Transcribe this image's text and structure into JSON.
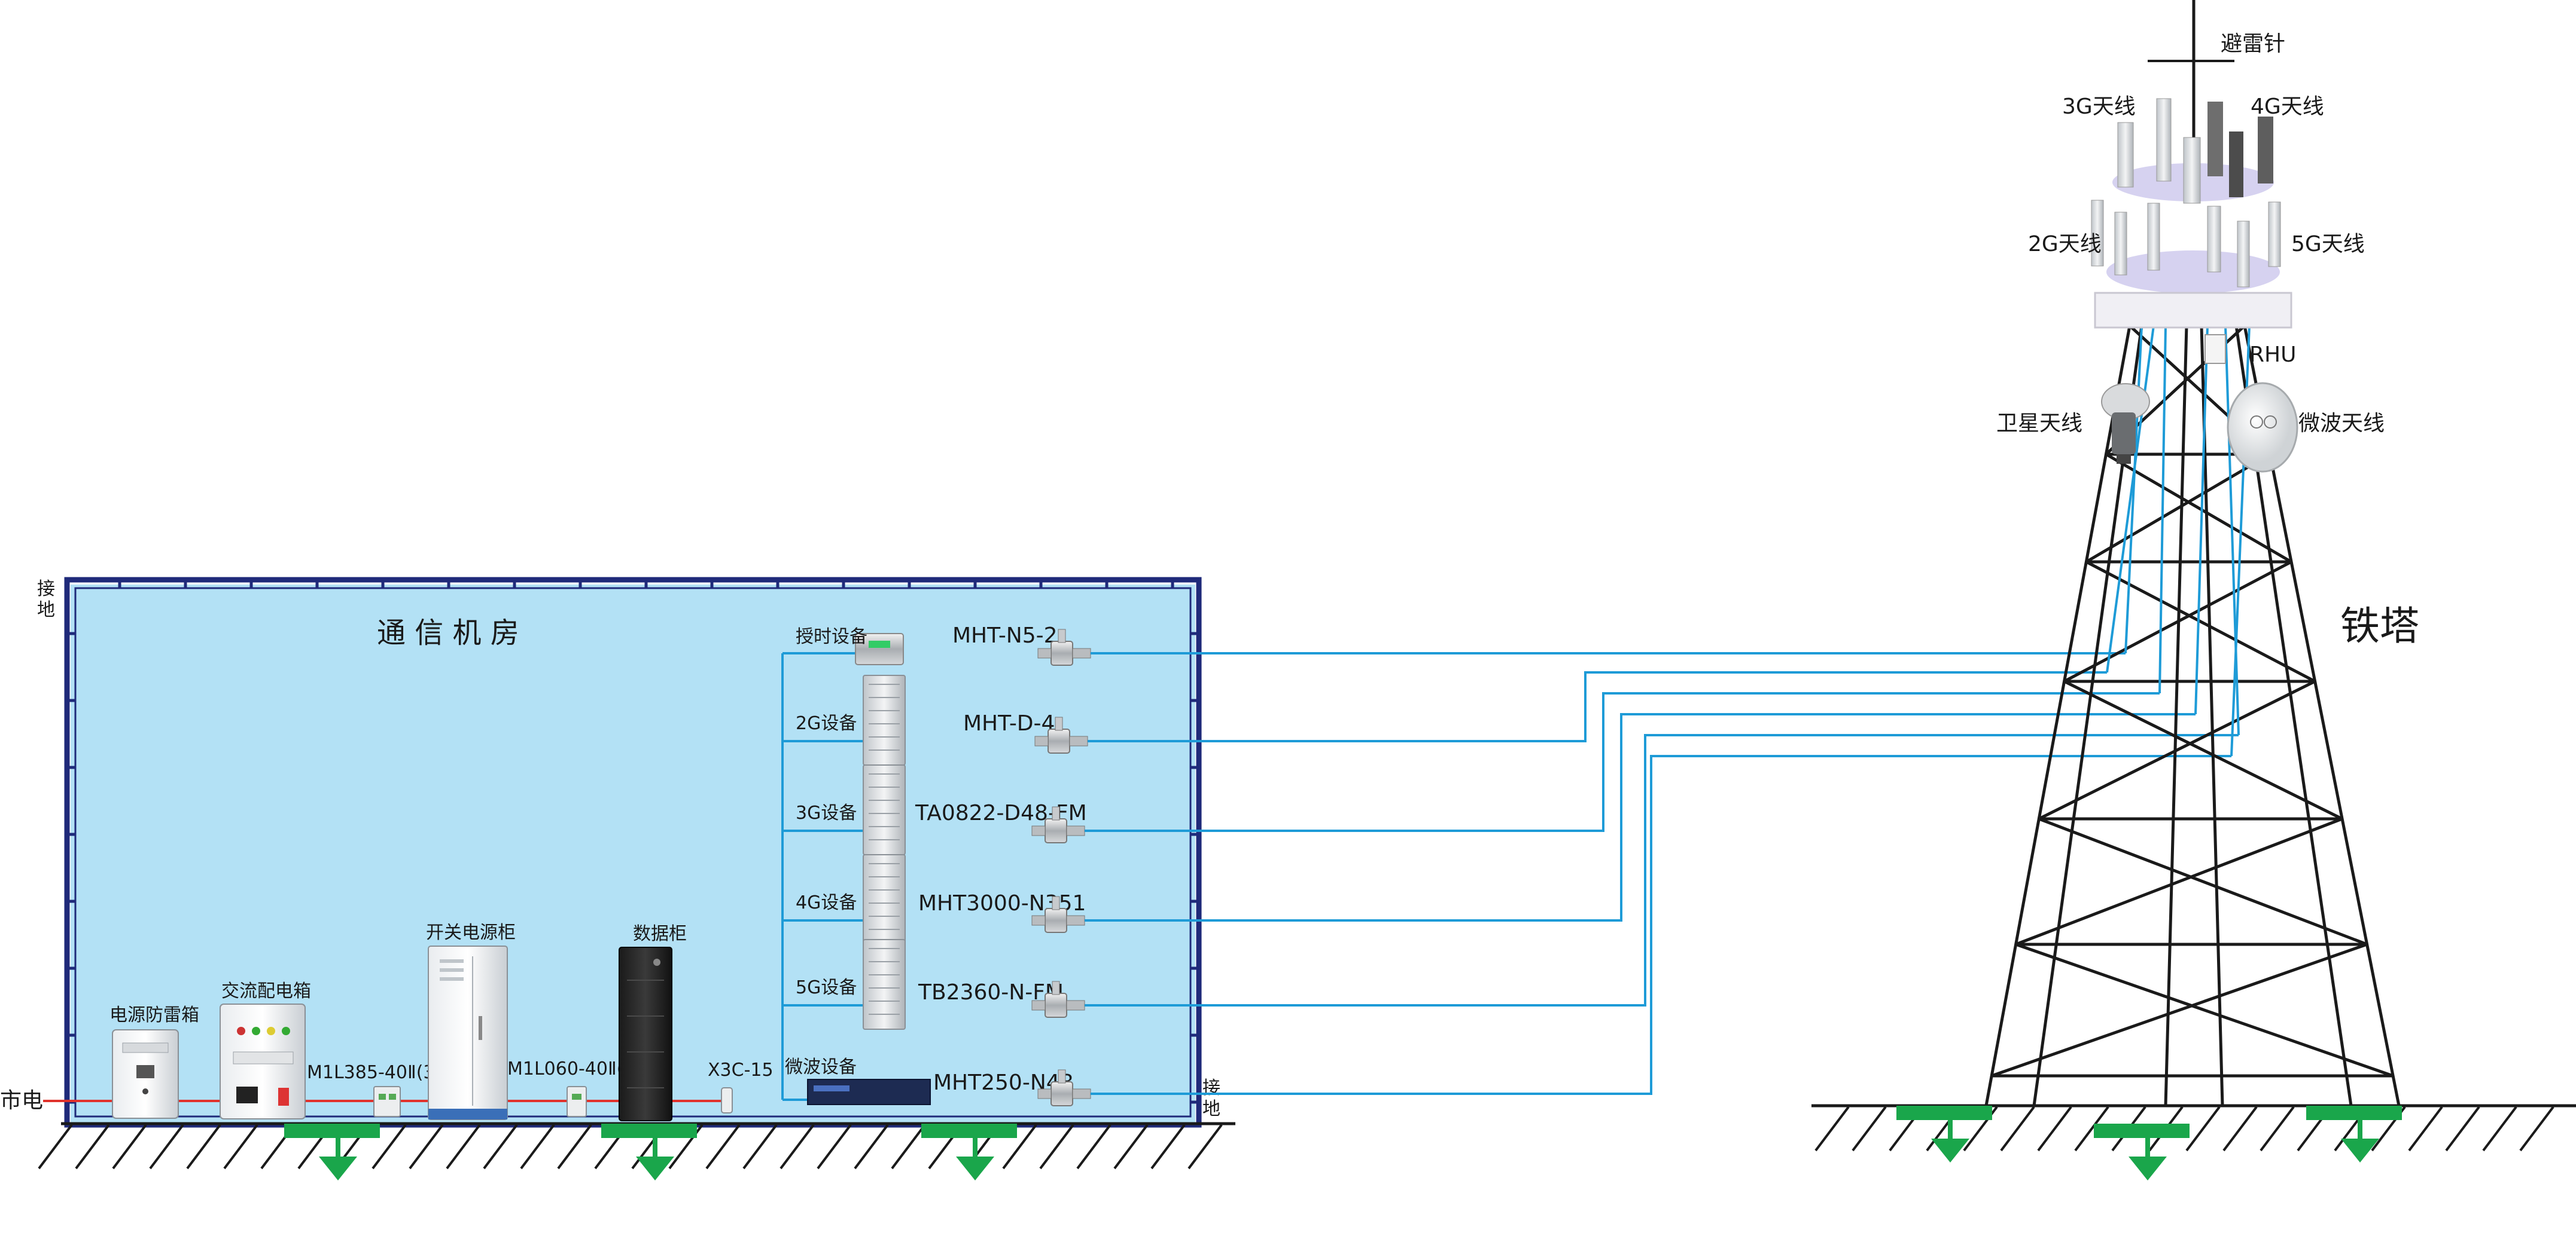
{
  "room": {
    "title": "通 信 机 房",
    "ground_label_top": [
      "接",
      "地"
    ],
    "ground_label_right": [
      "接",
      "地"
    ],
    "mains_label": "市电"
  },
  "power_chain": {
    "lightning_box": "电源防雷箱",
    "ac_box": "交流配电箱",
    "spd1": "M1L385-40Ⅱ(3P+N)",
    "switch_cabinet": "开关电源柜",
    "spd2": "M1L060-40Ⅱ(2P)",
    "data_cabinet": "数据柜",
    "spd3": "X3C-15"
  },
  "equipment": [
    {
      "name": "授时设备",
      "protector": "MHT-N5-2"
    },
    {
      "name": "2G设备",
      "protector": "MHT-D-4"
    },
    {
      "name": "3G设备",
      "protector": "TA0822-D48-FM"
    },
    {
      "name": "4G设备",
      "protector": "MHT3000-N351"
    },
    {
      "name": "5G设备",
      "protector": "TB2360-N-FM"
    },
    {
      "name": "微波设备",
      "protector": "MHT250-N48"
    }
  ],
  "tower": {
    "title": "铁塔",
    "lightning_rod": "避雷针",
    "antenna_3g": "3G天线",
    "antenna_4g": "4G天线",
    "antenna_2g": "2G天线",
    "antenna_5g": "5G天线",
    "rhu": "RHU",
    "satellite": "卫星天线",
    "microwave": "微波天线"
  },
  "colors": {
    "room_fill": "#b3e1f5",
    "room_border": "#1f2a7a",
    "cable": "#1e9bd7",
    "mains_wire": "#e0322c",
    "ground_green": "#1aa64b"
  }
}
